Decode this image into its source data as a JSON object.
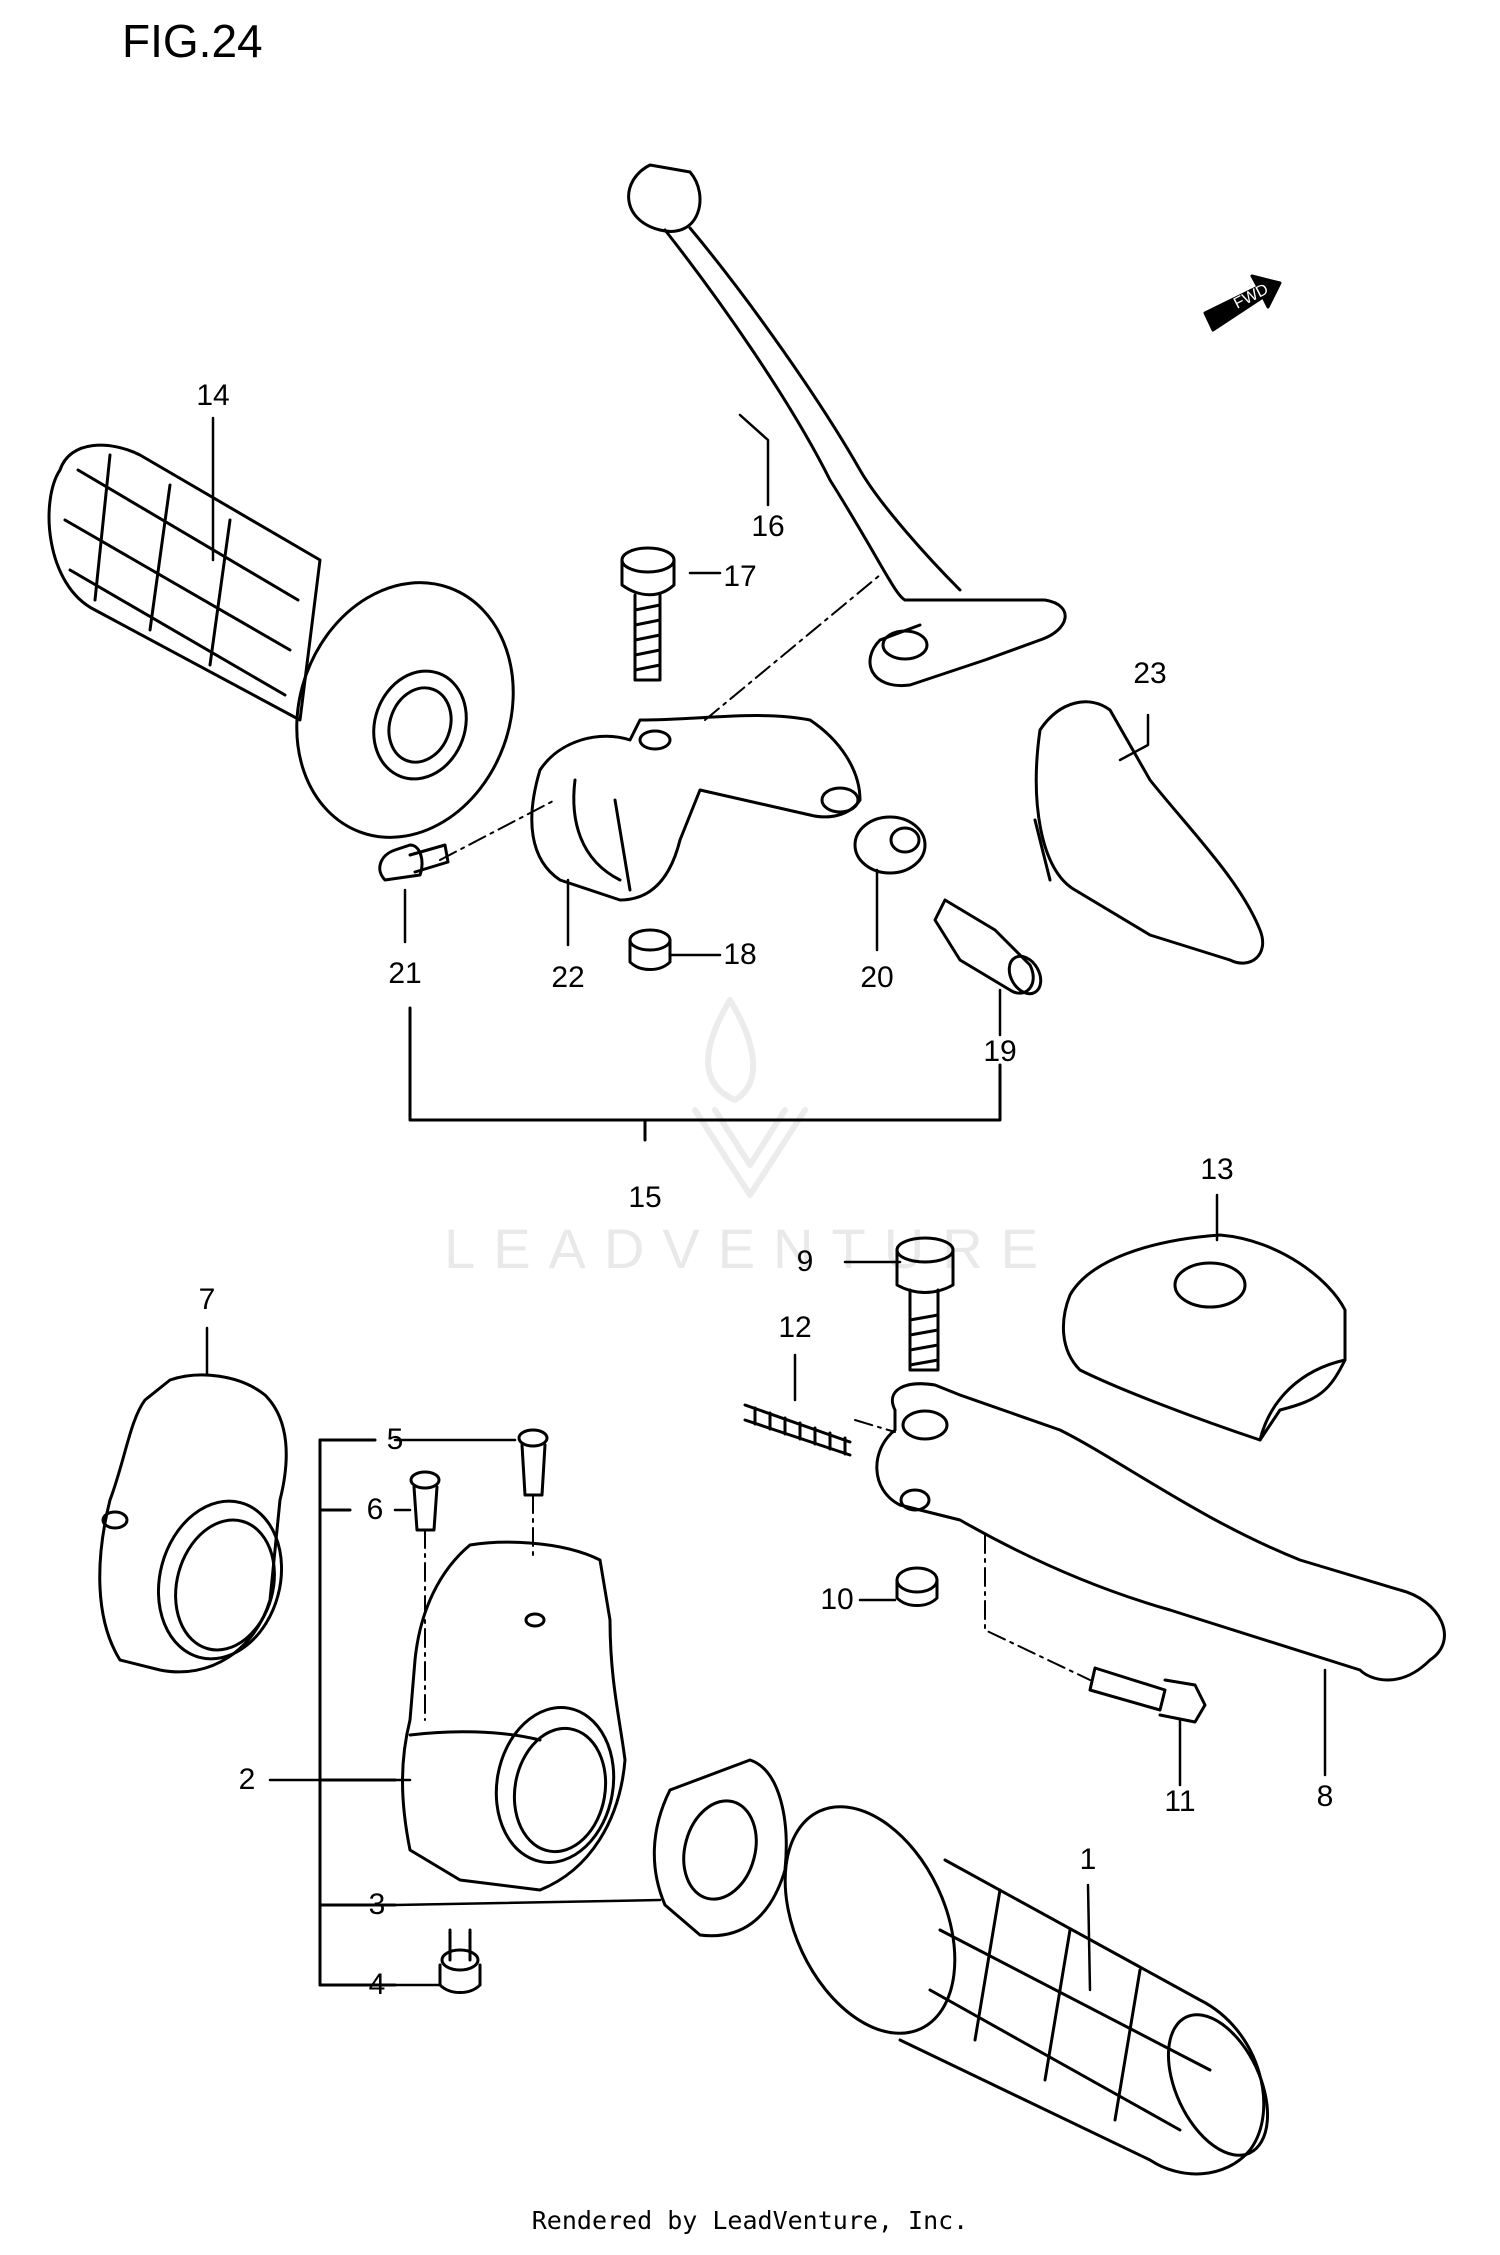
{
  "figure": {
    "title": "FIG.24"
  },
  "watermark": {
    "brand": "LEADVENTURE"
  },
  "footer": {
    "text": "Rendered by LeadVenture, Inc."
  },
  "fwd_arrow": {
    "label": "FWD"
  },
  "callouts": {
    "c1": "1",
    "c2": "2",
    "c3": "3",
    "c4": "4",
    "c5": "5",
    "c6": "6",
    "c7": "7",
    "c8": "8",
    "c9": "9",
    "c10": "10",
    "c11": "11",
    "c12": "12",
    "c13": "13",
    "c14": "14",
    "c15": "15",
    "c16": "16",
    "c17": "17",
    "c18": "18",
    "c19": "19",
    "c20": "20",
    "c21": "21",
    "c22": "22",
    "c23": "23"
  }
}
